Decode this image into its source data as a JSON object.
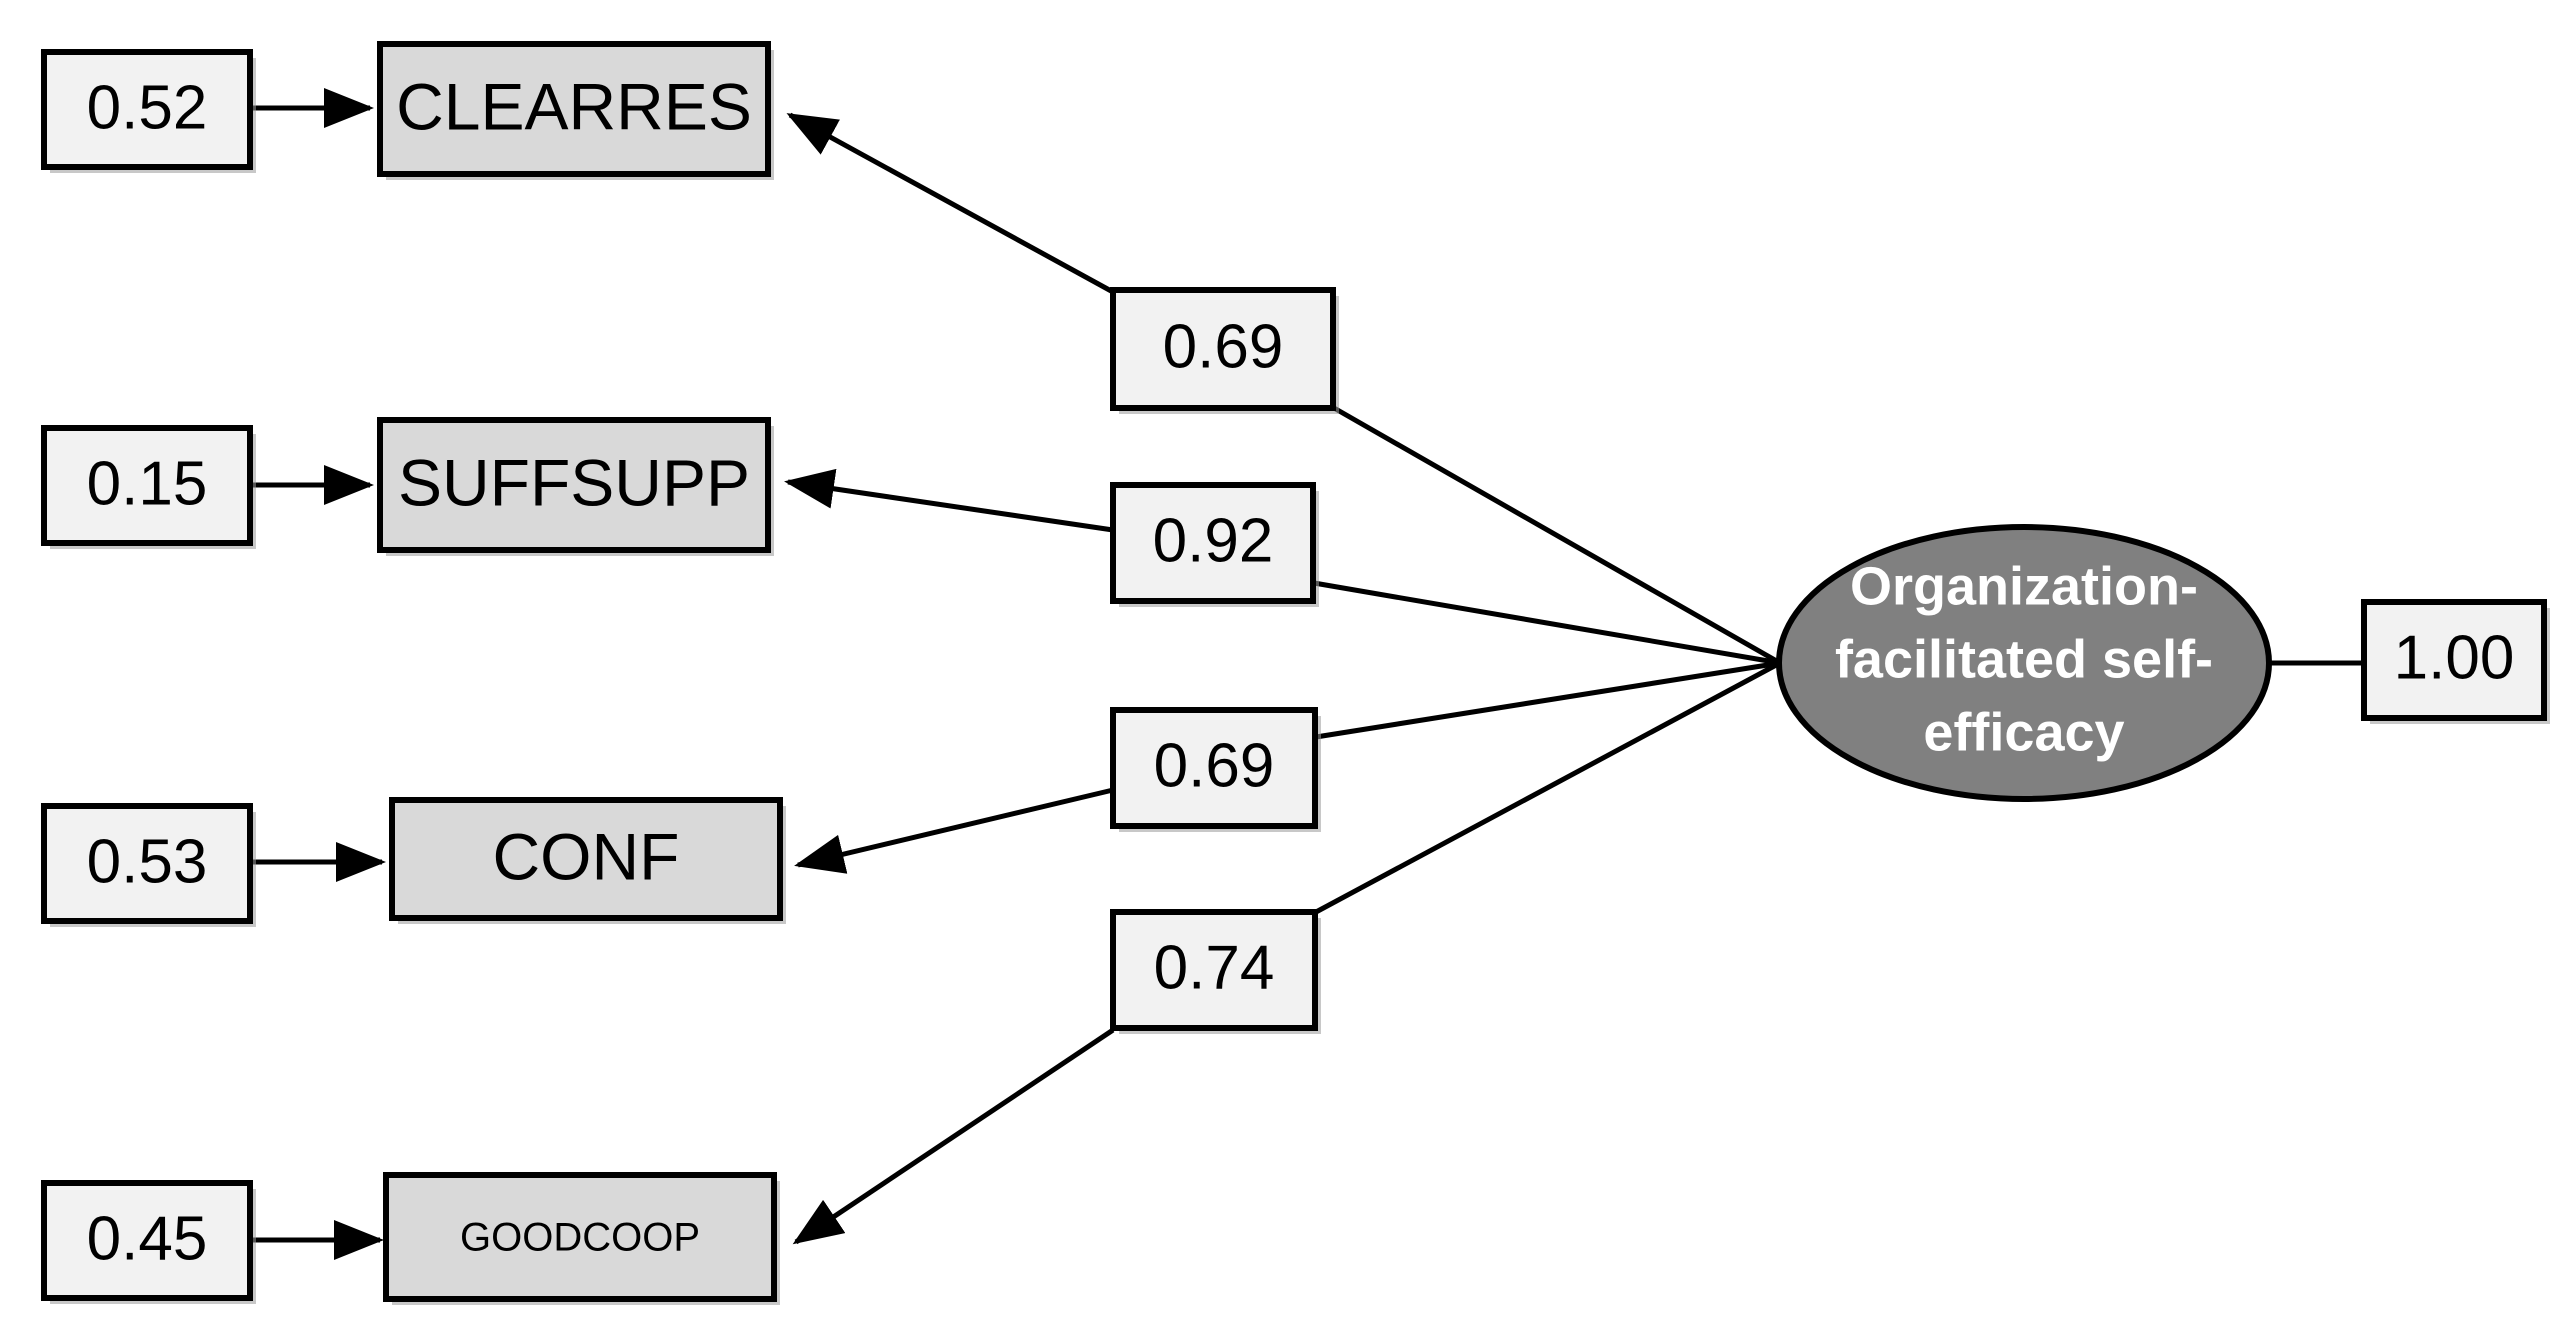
{
  "diagram": {
    "type": "structural-equation-model-path-diagram",
    "latent": {
      "name": "latent-factor",
      "label_lines": [
        "Organization-",
        "facilitated self-",
        "efficacy"
      ],
      "label_full": "Organization-facilitated self-efficacy",
      "fill": "#808080",
      "text_color": "#FFFFFF",
      "shape": "ellipse"
    },
    "variance": {
      "name": "latent-variance",
      "value": "1.00"
    },
    "indicators": [
      {
        "id": "clearres",
        "label": "CLEARRES",
        "error": "0.52",
        "loading": "0.69",
        "label_size": "large"
      },
      {
        "id": "suffsupp",
        "label": "SUFFSUPP",
        "error": "0.15",
        "loading": "0.92",
        "label_size": "large"
      },
      {
        "id": "conf",
        "label": "CONF",
        "error": "0.53",
        "loading": "0.69",
        "label_size": "large"
      },
      {
        "id": "goodcoop",
        "label": "GOODCOOP",
        "error": "0.45",
        "loading": "0.74",
        "label_size": "small"
      }
    ],
    "colors": {
      "error_box_fill": "#F2F2F2",
      "indicator_box_fill": "#D9D9D9",
      "coefficient_box_fill": "#F2F2F2",
      "latent_fill": "#808080",
      "stroke": "#000000",
      "background": "#FFFFFF"
    }
  }
}
